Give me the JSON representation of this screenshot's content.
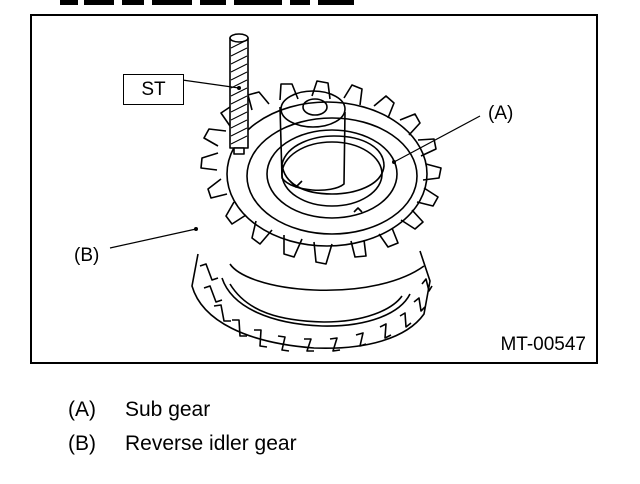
{
  "figure": {
    "st_label": "ST",
    "callout_a": "(A)",
    "callout_b": "(B)",
    "figure_id": "MT-00547"
  },
  "legend": {
    "items": [
      {
        "key": "(A)",
        "text": "Sub gear"
      },
      {
        "key": "(B)",
        "text": "Reverse idler gear"
      }
    ]
  }
}
